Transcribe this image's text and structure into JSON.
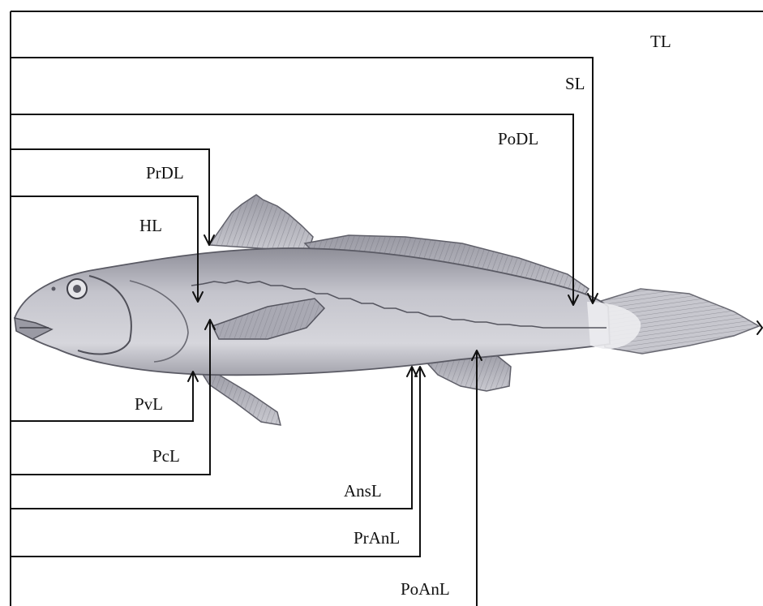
{
  "labels": {
    "tl": "TL",
    "sl": "SL",
    "podl": "PoDL",
    "prdl": "PrDL",
    "hl": "HL",
    "pvl": "PvL",
    "pcl": "PcL",
    "ansl": "AnsL",
    "pranl": "PrAnL",
    "poanl": "PoAnL"
  },
  "colors": {
    "ink": "#111111",
    "fish_body": "#b9b9c2",
    "fish_dark": "#6e6e78",
    "fish_light": "#e4e4e8"
  }
}
